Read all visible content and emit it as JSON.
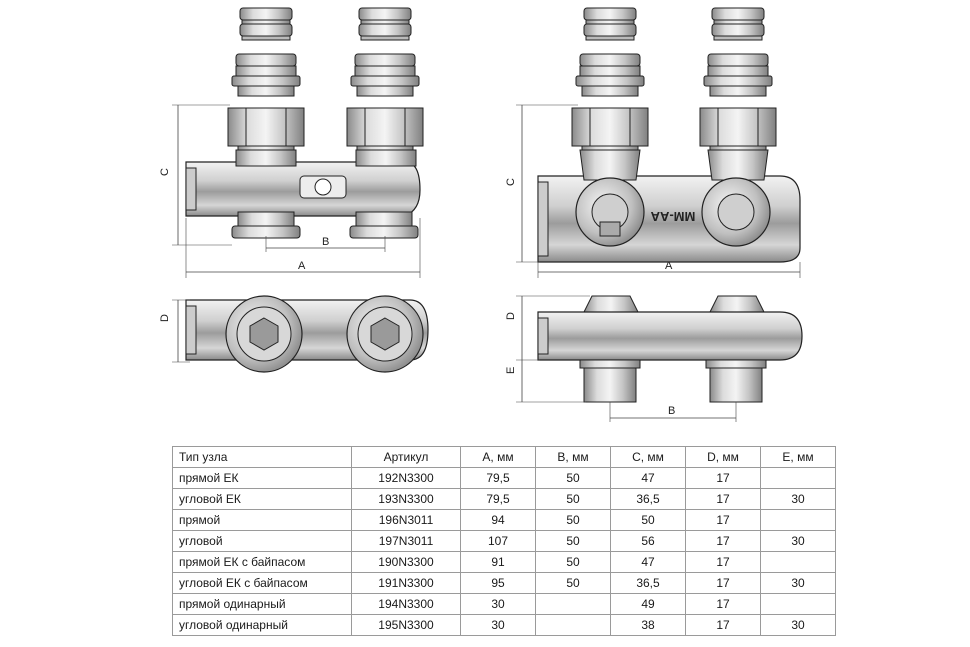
{
  "drawing": {
    "dimension_labels": {
      "front_left": {
        "A": "A",
        "B": "B",
        "C": "C"
      },
      "top_left": {
        "D": "D"
      },
      "front_right": {
        "A": "A",
        "C": "C"
      },
      "side_right": {
        "B": "B",
        "D": "D",
        "E": "E"
      }
    },
    "body_marking": "MM-AA"
  },
  "table": {
    "headers": [
      "Тип узла",
      "Артикул",
      "A, мм",
      "B, мм",
      "C, мм",
      "D, мм",
      "E, мм"
    ],
    "rows": [
      [
        "прямой ЕК",
        "192N3300",
        "79,5",
        "50",
        "47",
        "17",
        ""
      ],
      [
        "угловой ЕК",
        "193N3300",
        "79,5",
        "50",
        "36,5",
        "17",
        "30"
      ],
      [
        "прямой",
        "196N3011",
        "94",
        "50",
        "50",
        "17",
        ""
      ],
      [
        "угловой",
        "197N3011",
        "107",
        "50",
        "56",
        "17",
        "30"
      ],
      [
        "прямой ЕК с байпасом",
        "190N3300",
        "91",
        "50",
        "47",
        "17",
        ""
      ],
      [
        "угловой ЕК с байпасом",
        "191N3300",
        "95",
        "50",
        "36,5",
        "17",
        "30"
      ],
      [
        "прямой одинарный",
        "194N3300",
        "30",
        "",
        "49",
        "17",
        ""
      ],
      [
        "угловой одинарный",
        "195N3300",
        "30",
        "",
        "38",
        "17",
        "30"
      ]
    ]
  }
}
